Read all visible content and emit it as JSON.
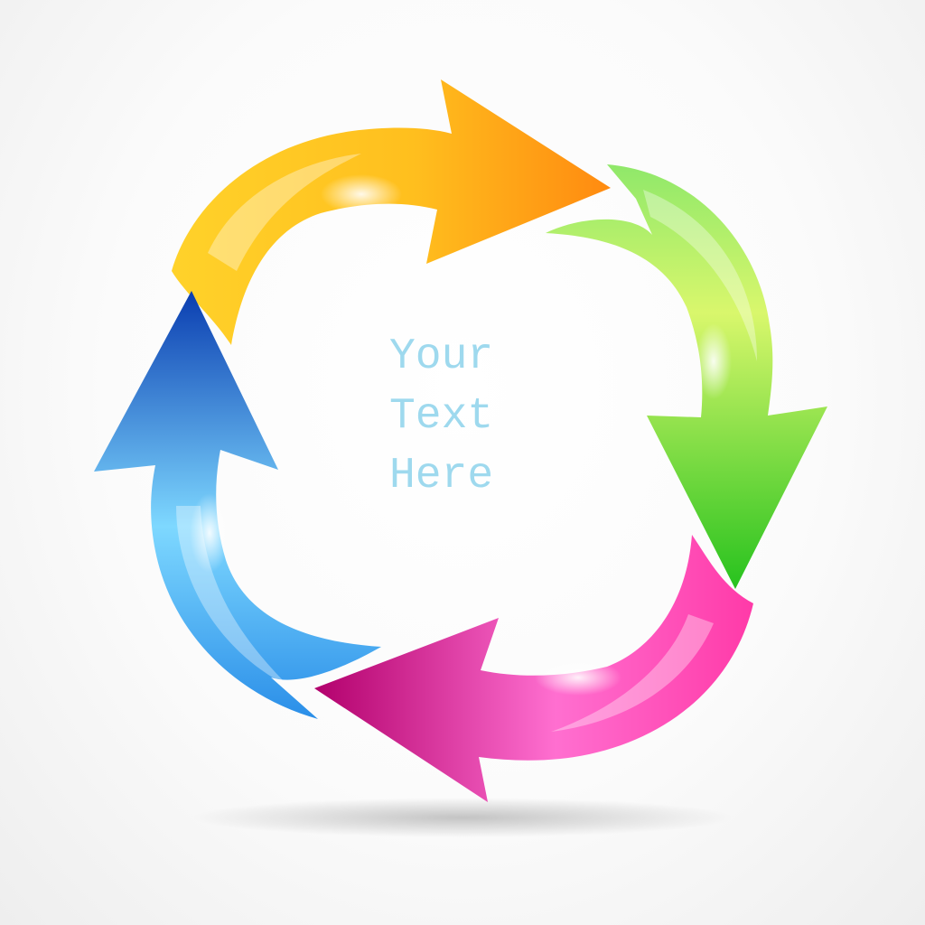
{
  "diagram": {
    "type": "cycle",
    "center_text": {
      "lines": [
        "Your",
        "Text",
        "Here"
      ],
      "color": "#9ed9ee"
    },
    "arrows": [
      {
        "name": "yellow-orange",
        "color_start": "#ffd92e",
        "color_end": "#ff8c10",
        "direction": "clockwise"
      },
      {
        "name": "green",
        "color_start": "#d7f56a",
        "color_end": "#33cc22",
        "direction": "clockwise"
      },
      {
        "name": "magenta",
        "color_start": "#ff5fc6",
        "color_end": "#b8006e",
        "direction": "clockwise"
      },
      {
        "name": "blue",
        "color_start": "#8fe0ff",
        "color_end": "#0a3fb5",
        "direction": "clockwise"
      }
    ],
    "background": "#ffffff"
  }
}
